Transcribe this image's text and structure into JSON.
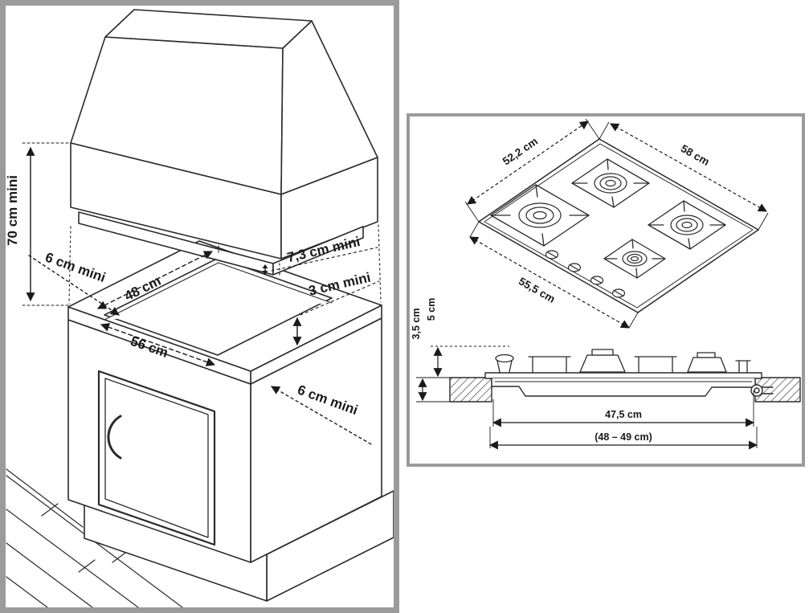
{
  "page": {
    "background": "#ffffff",
    "line_color": "#1a1a1a",
    "frame_color": "#9b9b9b"
  },
  "installation_diagram": {
    "description": "cabinet-and-hood-installation-clearances",
    "labels": {
      "hood_clearance": "70 cm mini",
      "left_clearance": "6 cm mini",
      "cutout_width": "48 cm",
      "rear_clearance": "7,3 cm mini",
      "front_clearance": "3 cm mini",
      "cutout_depth": "56 cm",
      "right_clearance": "6 cm mini"
    }
  },
  "product_dimensions": {
    "top_view": {
      "depth": "52,2 cm",
      "overall_width": "58 cm",
      "front_width": "55,5 cm"
    },
    "section_view": {
      "height_above_worktop": "5 cm",
      "depth_below_worktop": "3,5 cm",
      "body_width": "47,5 cm",
      "cutout_width_range": "(48 – 49 cm)"
    }
  }
}
